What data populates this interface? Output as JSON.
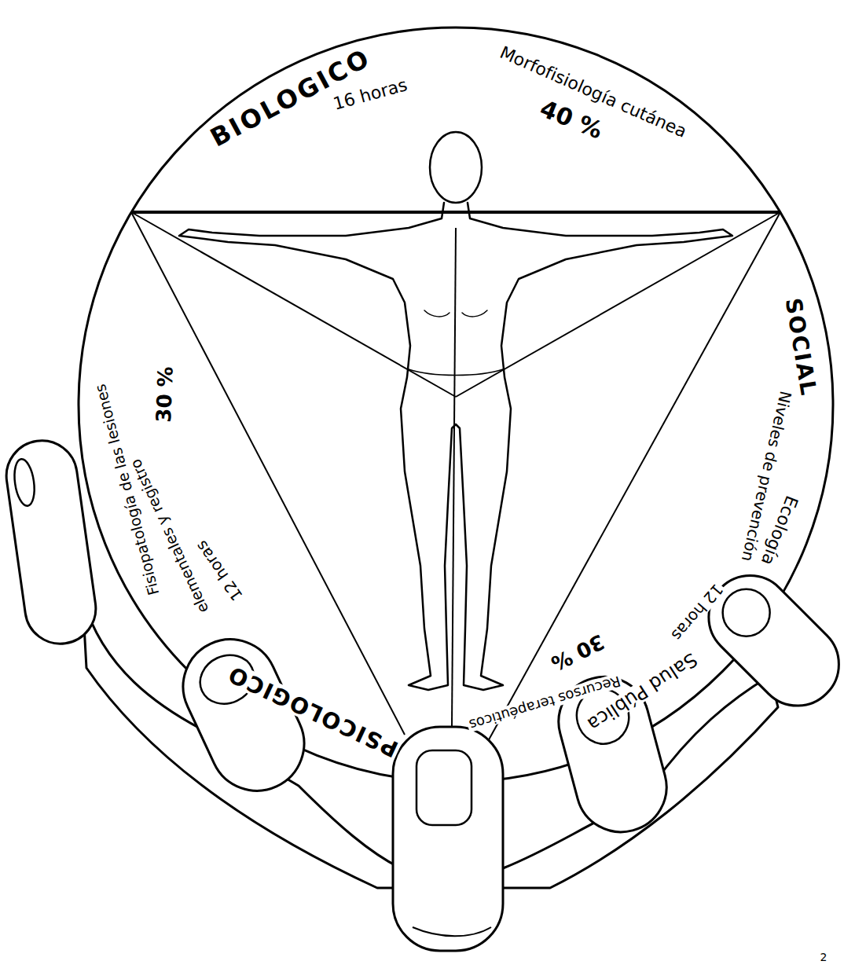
{
  "diagram": {
    "labels": [
      "BIOLOGICO",
      "16 horas",
      "Morfofisiología cutánea",
      "40 %",
      "SOCIAL",
      "Niveles de prevención",
      "Ecología",
      "12 horas",
      "Salud Pública",
      "Recursos terapéuticos",
      "30 %",
      "PSICOLOGICO",
      "Fisiopatología de las lesiones",
      "elementales y registro",
      "12 horas",
      "30 %",
      "2"
    ]
  }
}
